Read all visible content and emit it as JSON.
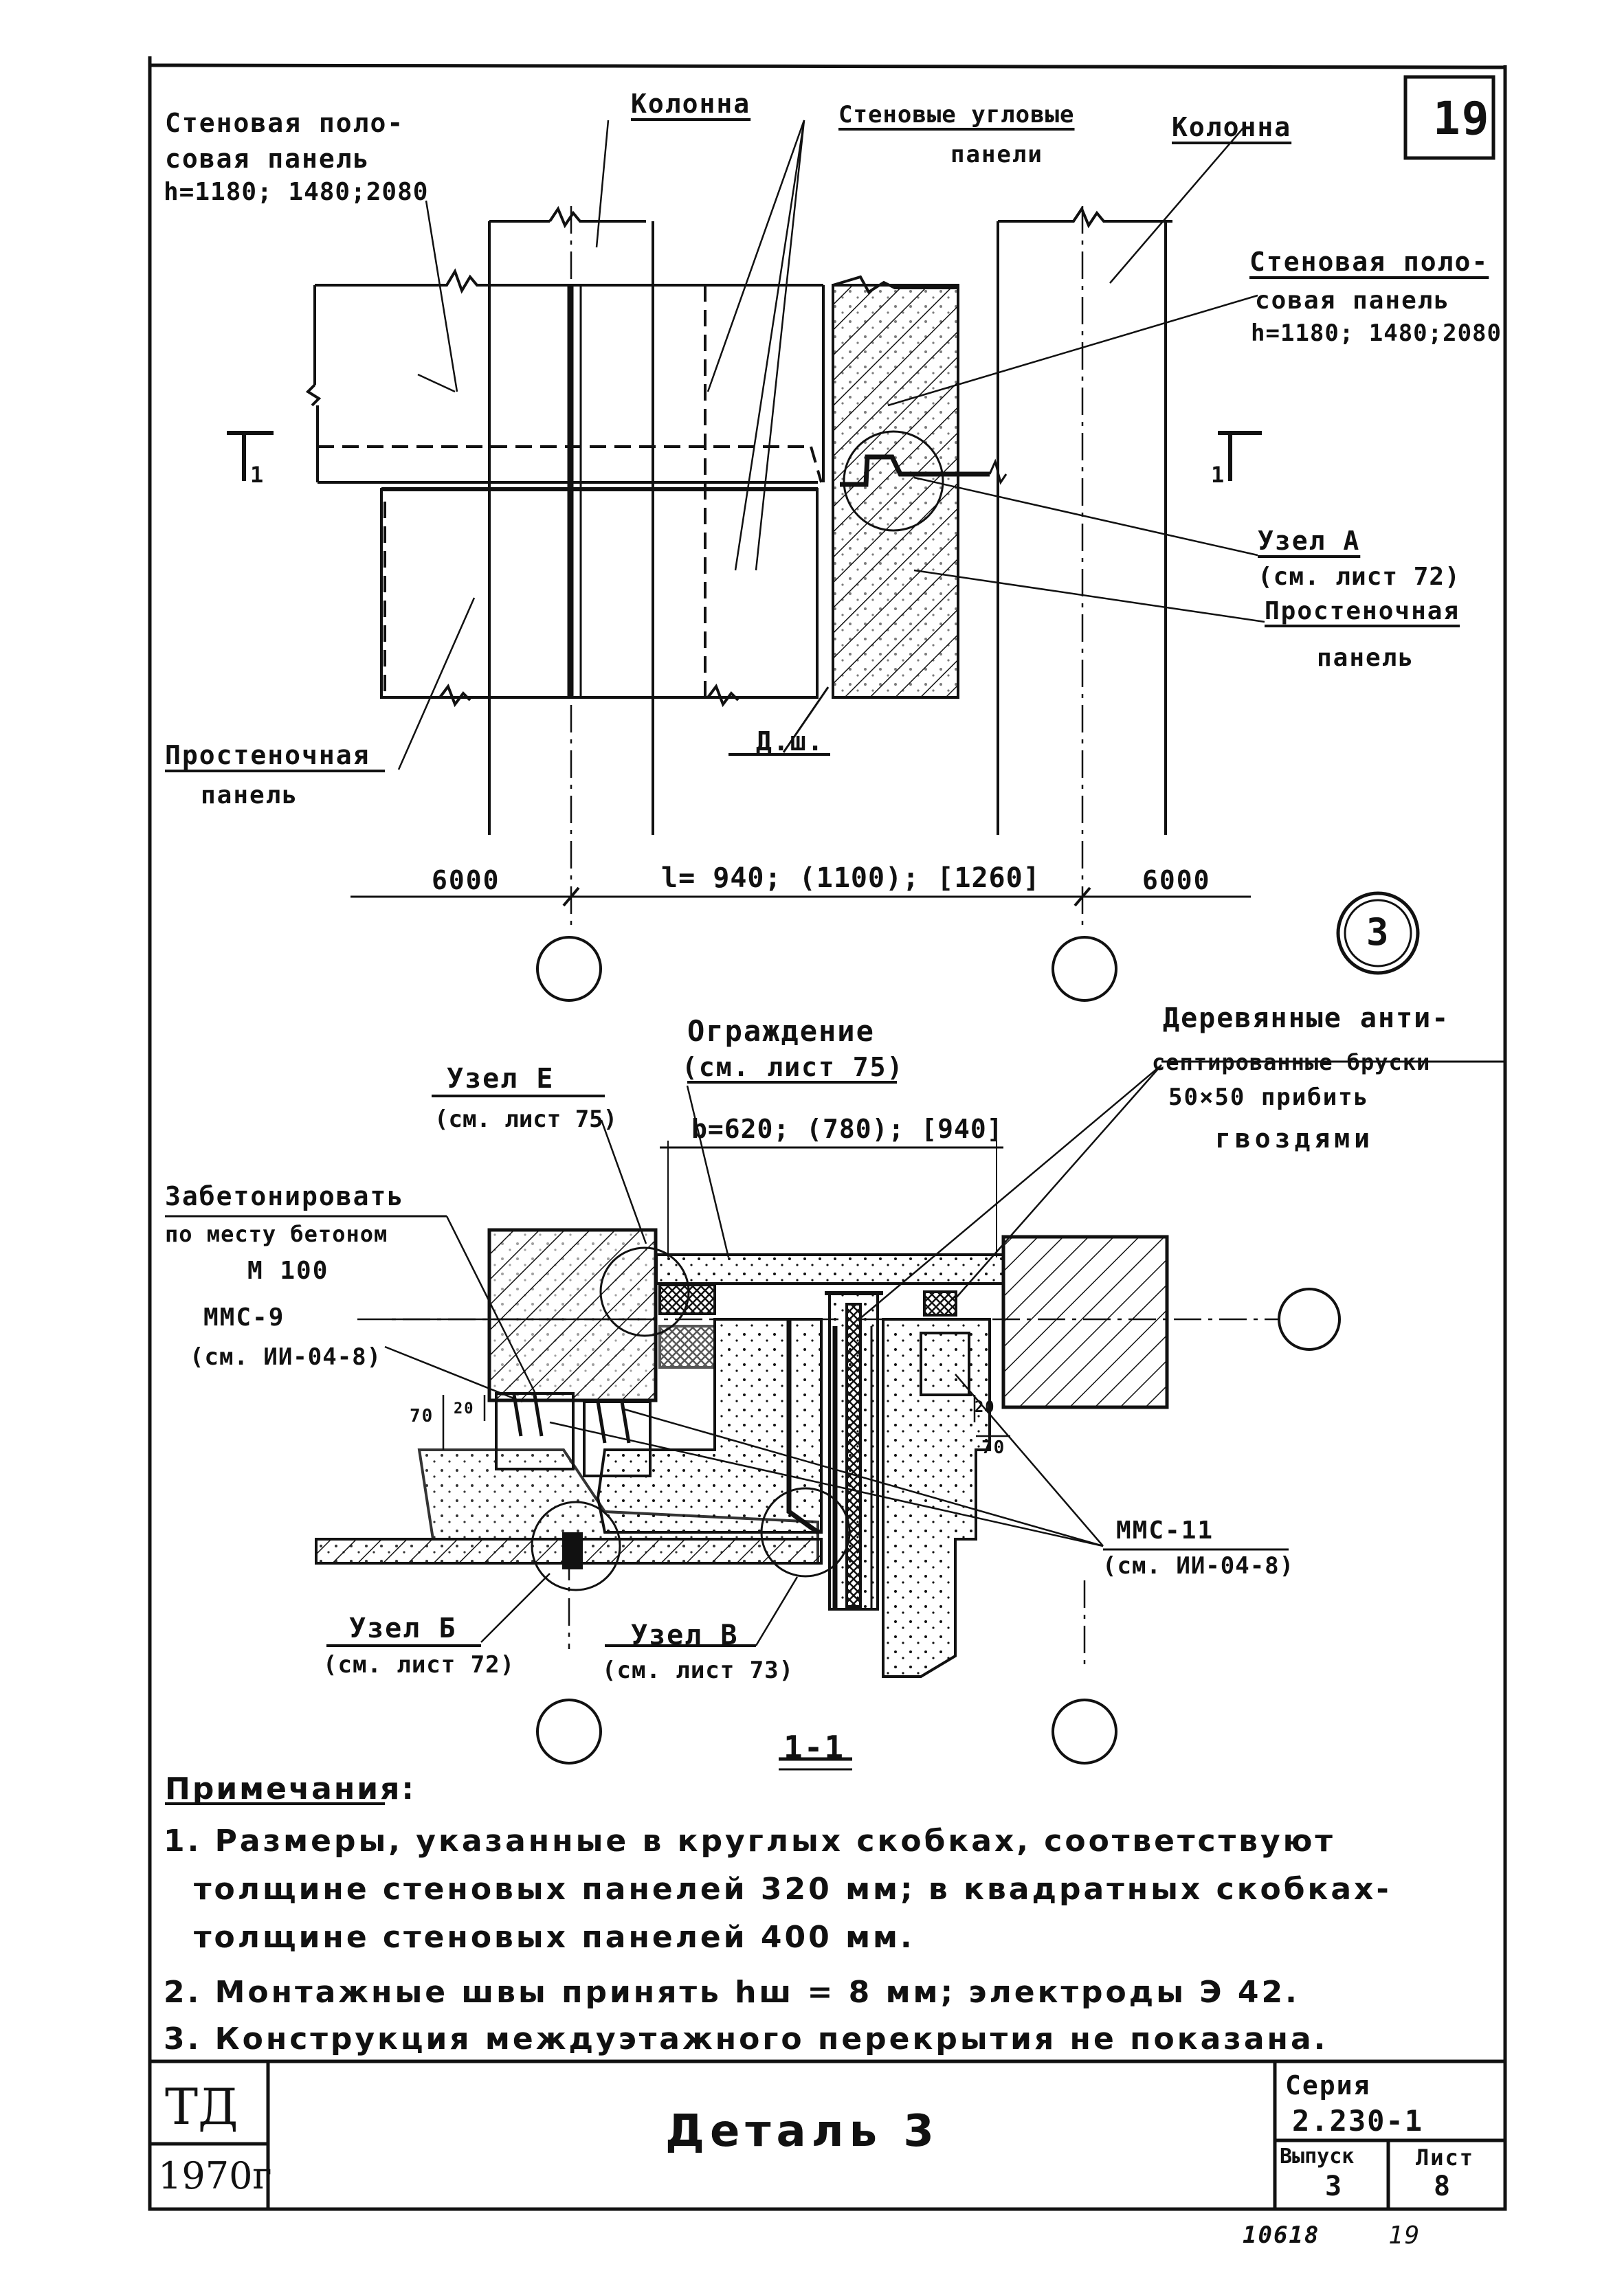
{
  "sheet_number": "19",
  "top_plan": {
    "label_wall_strip_panel_left": [
      "Стеновая поло-",
      "совая панель",
      "h=1180; 1480;2080"
    ],
    "label_column_left": "Колонна",
    "label_corner_panels": [
      "Стеновые угловые",
      "панели"
    ],
    "label_column_right": "Колонна",
    "label_wall_strip_panel_right": [
      "Стеновая поло-",
      "совая панель",
      "h=1180; 1480;2080"
    ],
    "label_node_a": [
      "Узел А",
      "(см. лист 72)"
    ],
    "label_pier_panel_right": [
      "Простеночная",
      "панель"
    ],
    "label_pier_panel_left": [
      "Простеночная",
      "панель"
    ],
    "label_dsh": "Д.ш.",
    "section_mark": "1",
    "dim_left": "6000",
    "dim_mid": "l= 940; (1100); [1260]",
    "dim_right": "6000"
  },
  "detail_number": "3",
  "section": {
    "label_fence": [
      "Ограждение",
      "(см. лист 75)"
    ],
    "label_node_e": [
      "Узел Е",
      "(см. лист 75)"
    ],
    "label_b_dim": "b=620; (780); [940]",
    "label_wood_bars": [
      "Деревянные анти-",
      "септированные бруски",
      "50×50 прибить",
      "гвоздями"
    ],
    "label_concrete": [
      "Забетонировать",
      "по месту бетоном",
      "М 100"
    ],
    "label_mmc9": [
      "ММС-9",
      "(см. ИИ-04-8)"
    ],
    "label_mmc11": [
      "ММС-11",
      "(см. ИИ-04-8)"
    ],
    "label_node_b": [
      "Узел Б",
      "(см. лист 72)"
    ],
    "label_node_v": [
      "Узел В",
      "(см. лист 73)"
    ],
    "dim_70_left": "70",
    "dim_20_left": "20",
    "dim_20_right": "20",
    "dim_70_right": "70",
    "section_title": "1-1"
  },
  "notes": {
    "heading": "Примечания:",
    "lines": [
      "1. Размеры, указанные в круглых скобках, соответствуют",
      "толщине стеновых панелей 320 мм; в квадратных скобках-",
      "толщине стеновых панелей 400 мм.",
      "2. Монтажные швы принять hш = 8 мм; электроды Э 42.",
      "3. Конструкция междуэтажного перекрытия не показана."
    ]
  },
  "title_block": {
    "td": "ТД",
    "year": "1970г",
    "title": "Деталь 3",
    "series_label": "Серия",
    "series_value": "2.230-1",
    "issue_label": "Выпуск",
    "issue_value": "3",
    "sheet_label": "Лист",
    "sheet_value": "8"
  },
  "footer_stamp": [
    "10618",
    "19"
  ]
}
